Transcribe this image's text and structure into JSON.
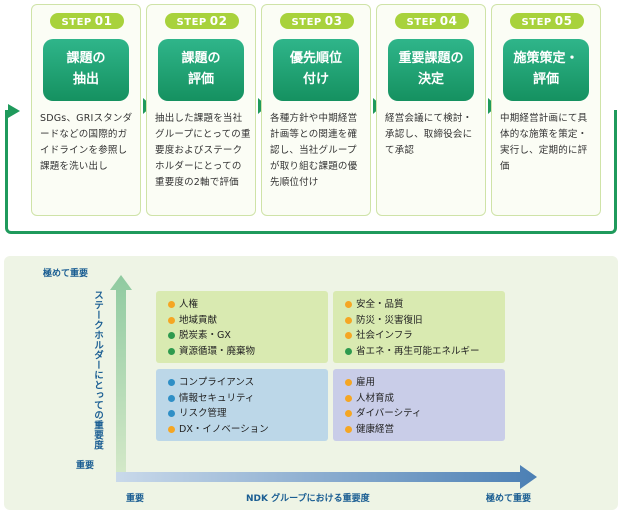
{
  "steps": [
    {
      "label": "STEP",
      "num": "01",
      "title": "課題の\n抽出",
      "desc": "SDGs、GRIスタンダードなどの国際的ガイドラインを参照し課題を洗い出し"
    },
    {
      "label": "STEP",
      "num": "02",
      "title": "課題の\n評価",
      "desc": "抽出した課題を当社グループにとっての重要度およびステークホルダーにとっての重要度の2軸で評価"
    },
    {
      "label": "STEP",
      "num": "03",
      "title": "優先順位\n付け",
      "desc": "各種方針や中期経営計画等との関連を確認し、当社グループが取り組む課題の優先順位付け"
    },
    {
      "label": "STEP",
      "num": "04",
      "title": "重要課題の\n決定",
      "desc": "経営会議にて検討・承認し、取締役会にて承認"
    },
    {
      "label": "STEP",
      "num": "05",
      "title": "施策策定・\n評価",
      "desc": "中期経営計画にて具体的な施策を策定・実行し、定期的に評価"
    }
  ],
  "matrix": {
    "y_axis": {
      "title": "ステークホルダーにとっての重要度",
      "high": "極めて重要",
      "low": "重要"
    },
    "x_axis": {
      "title": "NDK グループにおける重要度",
      "low": "重要",
      "high": "極めて重要"
    },
    "colors": {
      "orange": "#f5a623",
      "green": "#2e9a4e",
      "blue": "#2f8fc6",
      "axis": "#1b5e93"
    },
    "quadrants": {
      "top_left": [
        {
          "text": "人権",
          "dot": "orange"
        },
        {
          "text": "地域貢献",
          "dot": "orange"
        },
        {
          "text": "脱炭素・GX",
          "dot": "green"
        },
        {
          "text": "資源循環・廃棄物",
          "dot": "green"
        }
      ],
      "top_right": [
        {
          "text": "安全・品質",
          "dot": "orange"
        },
        {
          "text": "防災・災害復旧",
          "dot": "orange"
        },
        {
          "text": "社会インフラ",
          "dot": "orange"
        },
        {
          "text": "省エネ・再生可能エネルギー",
          "dot": "green"
        }
      ],
      "bottom_left": [
        {
          "text": "コンプライアンス",
          "dot": "blue"
        },
        {
          "text": "情報セキュリティ",
          "dot": "blue"
        },
        {
          "text": "リスク管理",
          "dot": "blue"
        },
        {
          "text": "DX・イノベーション",
          "dot": "orange"
        }
      ],
      "bottom_right": [
        {
          "text": "雇用",
          "dot": "orange"
        },
        {
          "text": "人材育成",
          "dot": "orange"
        },
        {
          "text": "ダイバーシティ",
          "dot": "orange"
        },
        {
          "text": "健康経営",
          "dot": "orange"
        }
      ]
    }
  }
}
